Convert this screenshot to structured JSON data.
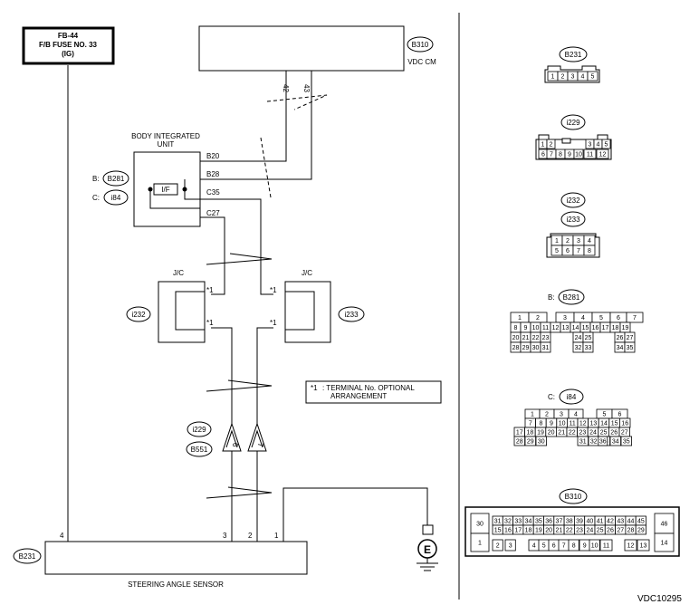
{
  "fuse": {
    "line1": "FB-44",
    "line2": "F/B FUSE NO. 33",
    "line3": "(IG)"
  },
  "vdc": {
    "badge": "B310",
    "label": "VDC CM",
    "pin_42": "42",
    "pin_43": "43"
  },
  "biu": {
    "title1": "BODY INTEGRATED",
    "title2": "UNIT",
    "b_prefix": "B:",
    "b_badge": "B281",
    "c_prefix": "C:",
    "c_badge": "i84",
    "if_label": "I/F",
    "pins": [
      "B20",
      "B28",
      "C35",
      "C27"
    ]
  },
  "jc": {
    "left_label": "J/C",
    "right_label": "J/C",
    "left_badge": "i232",
    "right_badge": "i233",
    "star_terminal": "*1"
  },
  "note": {
    "mark": "*1",
    "line1": ": TERMINAL No. OPTIONAL",
    "line2": "ARRANGEMENT"
  },
  "joint": {
    "badge1": "i229",
    "badge2": "B551",
    "pin_left": "6",
    "pin_right": "7"
  },
  "sensor": {
    "badge": "B231",
    "label": "STEERING ANGLE SENSOR",
    "pins": [
      "4",
      "3",
      "2",
      "1"
    ]
  },
  "ground": {
    "symbol": "E"
  },
  "doc_code": "VDC10295",
  "connectors": {
    "b231": {
      "badge": "B231",
      "cells": [
        "1",
        "2",
        "3",
        "4",
        "5"
      ]
    },
    "i229": {
      "badge": "i229",
      "top": [
        "1",
        "2",
        "3",
        "4",
        "5"
      ],
      "bottom": [
        "6",
        "7",
        "8",
        "9",
        "10",
        "11",
        "12"
      ]
    },
    "i232": {
      "badge1": "i232",
      "badge2": "i233",
      "top": [
        "1",
        "2",
        "3",
        "4"
      ],
      "bottom": [
        "5",
        "6",
        "7",
        "8"
      ]
    },
    "b281": {
      "prefix": "B:",
      "badge": "B281",
      "rows": [
        [
          "1",
          "2",
          "3",
          "4",
          "5",
          "6",
          "7"
        ],
        [
          "8",
          "9",
          "10",
          "11",
          "12",
          "13",
          "14",
          "15",
          "16",
          "17",
          "18",
          "19"
        ],
        [
          "20",
          "21",
          "22",
          "23",
          "24",
          "25",
          "26",
          "27"
        ],
        [
          "28",
          "29",
          "30",
          "31",
          "32",
          "33",
          "34",
          "35"
        ]
      ]
    },
    "i84": {
      "prefix": "C:",
      "badge": "i84",
      "rows": [
        [
          "1",
          "2",
          "3",
          "4",
          "5",
          "6"
        ],
        [
          "7",
          "8",
          "9",
          "10",
          "11",
          "12",
          "13",
          "14",
          "15",
          "16"
        ],
        [
          "17",
          "18",
          "19",
          "20",
          "21",
          "22",
          "23",
          "24",
          "25",
          "26",
          "27"
        ],
        [
          "28",
          "29",
          "30",
          "31",
          "32",
          "33",
          "34",
          "35",
          "36"
        ]
      ]
    },
    "b310": {
      "badge": "B310",
      "row1": [
        "31",
        "32",
        "33",
        "34",
        "35",
        "36",
        "37",
        "38",
        "39",
        "40",
        "41",
        "42",
        "43",
        "44",
        "45"
      ],
      "row2": [
        "15",
        "16",
        "17",
        "18",
        "19",
        "20",
        "21",
        "22",
        "23",
        "24",
        "25",
        "26",
        "27",
        "28",
        "29"
      ],
      "row3": [
        "2",
        "3",
        "4",
        "5",
        "6",
        "7",
        "8",
        "9",
        "10",
        "11",
        "12",
        "13"
      ],
      "left_top": "30",
      "left_bottom": "1",
      "right_top": "46",
      "right_bottom": "14"
    }
  }
}
